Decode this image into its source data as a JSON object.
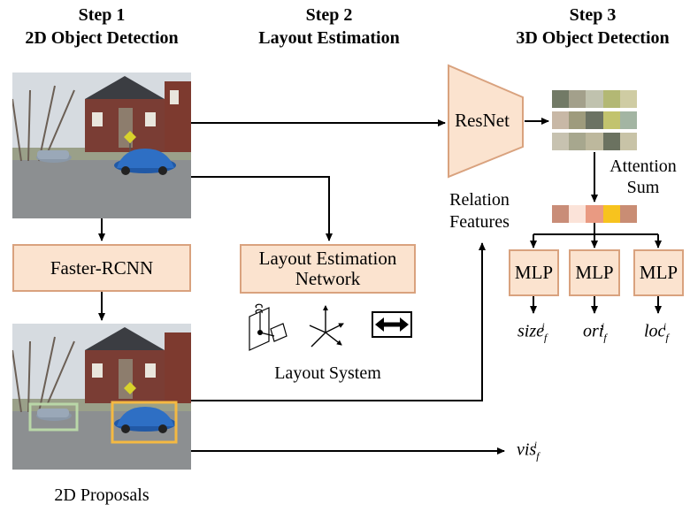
{
  "steps": [
    {
      "number": "Step 1",
      "title": "2D Object Detection"
    },
    {
      "number": "Step 2",
      "title": "Layout Estimation"
    },
    {
      "number": "Step 3",
      "title": "3D Object Detection"
    }
  ],
  "blocks": {
    "faster_rcnn": "Faster-RCNN",
    "layout_net": "Layout Estimation Network",
    "resnet": "ResNet",
    "mlp": [
      "MLP",
      "MLP",
      "MLP"
    ]
  },
  "labels": {
    "attention_sum": "Attention Sum",
    "relation_features": "Relation Features",
    "layout_system": "Layout System",
    "proposals": "2D Proposals"
  },
  "outputs": {
    "size": {
      "base": "size",
      "sub": "f",
      "sup": "i"
    },
    "ori": {
      "base": "ori",
      "sub": "f",
      "sup": "i"
    },
    "loc": {
      "base": "loc",
      "sub": "f",
      "sup": "i"
    },
    "vis": {
      "base": "vis",
      "sub": "f",
      "sup": "i"
    }
  },
  "colors": {
    "block_fill": "#fbe3cf",
    "block_border": "#d9a27e",
    "proposal_green": "#b9d7a8",
    "proposal_orange": "#f4b942"
  },
  "feature_grid": [
    [
      "#727a66",
      "#a3a08b",
      "#c0c2ae",
      "#b3b874",
      "#cfcca3"
    ],
    [
      "#c8b8a6",
      "#9e9b7d",
      "#6b7263",
      "#c2c36e",
      "#a3b5a3"
    ],
    [
      "#c7c2b0",
      "#a7a78e",
      "#bdb89d",
      "#6b7260",
      "#c8c3a7"
    ]
  ],
  "attention_vector": [
    "#c98d78",
    "#fbe3d9",
    "#e99a82",
    "#f7c31e",
    "#c98d74"
  ]
}
